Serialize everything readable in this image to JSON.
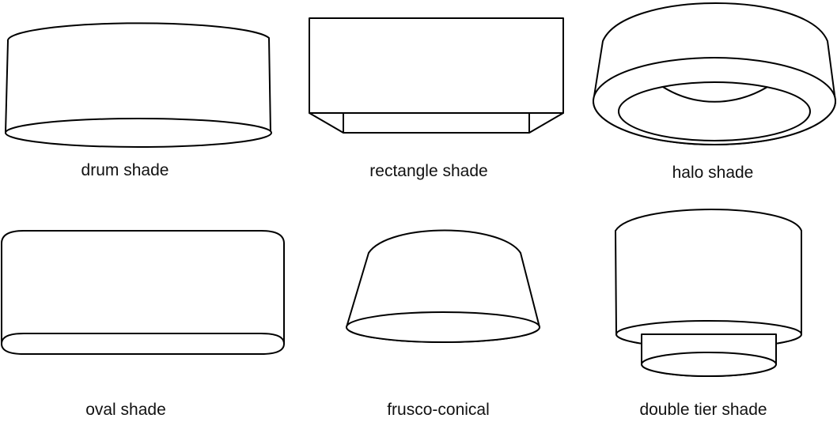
{
  "labels": {
    "drum": "drum shade",
    "rectangle": "rectangle shade",
    "halo": "halo shade",
    "oval": "oval shade",
    "frusco": "frusco-conical",
    "double_tier": "double tier shade"
  },
  "colors": {
    "stroke": "#000000",
    "fill": "#ffffff",
    "text": "#111111"
  }
}
